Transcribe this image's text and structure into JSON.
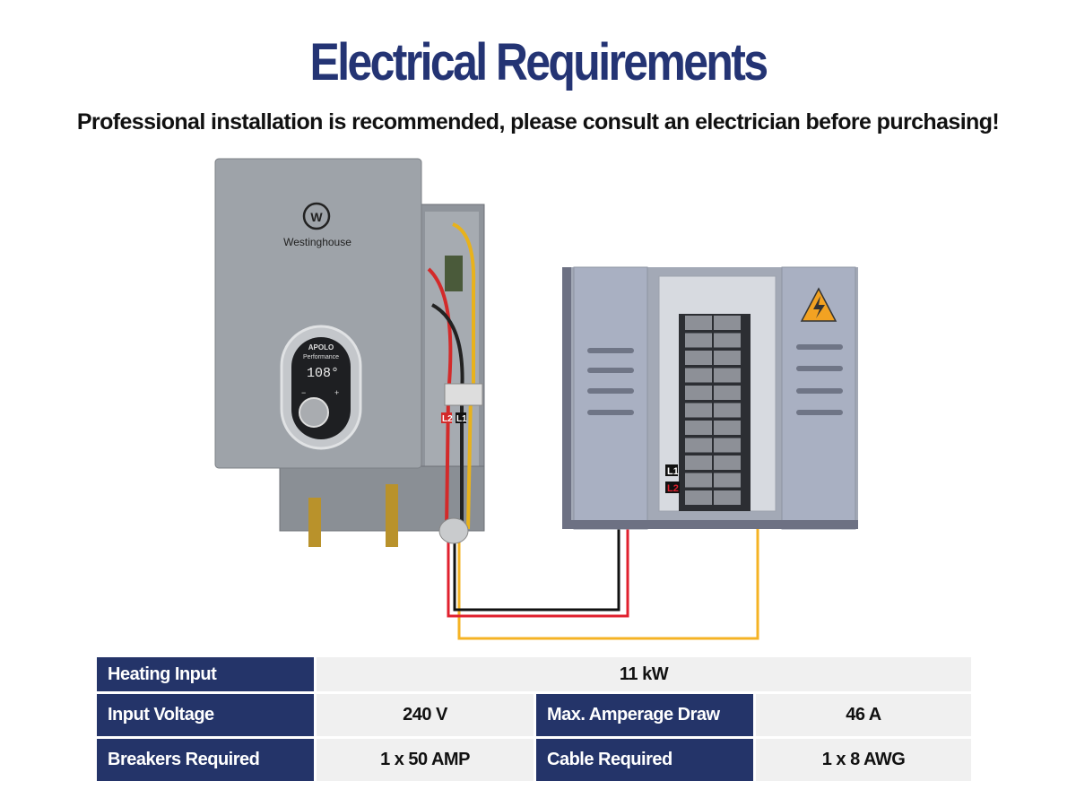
{
  "header": {
    "title": "Electrical Requirements",
    "subtitle": "Professional installation is recommended, please consult an electrician before purchasing!"
  },
  "heater": {
    "brand": "Westinghouse",
    "model_line1": "APOLO",
    "model_line2": "Performance",
    "display_temp": "108°",
    "minus": "−",
    "plus": "+",
    "terminal_l1": "L1",
    "terminal_l2": "L2"
  },
  "panel": {
    "breaker_l1": "L1",
    "breaker_l2": "L2",
    "warning_icon": "high-voltage-warning-icon"
  },
  "colors": {
    "title": "#243474",
    "table_header": "#243469",
    "table_value_bg": "#f0f0f0",
    "wire_red": "#e0202e",
    "wire_black": "#111111",
    "wire_yellow": "#f5b324"
  },
  "specs": {
    "heating_input": {
      "label": "Heating Input",
      "value": "11 kW"
    },
    "input_voltage": {
      "label": "Input Voltage",
      "value": "240 V"
    },
    "max_amperage": {
      "label": "Max. Amperage Draw",
      "value": "46 A"
    },
    "breakers": {
      "label": "Breakers Required",
      "value": "1 x 50 AMP"
    },
    "cable": {
      "label": "Cable Required",
      "value": "1 x 8 AWG"
    }
  }
}
